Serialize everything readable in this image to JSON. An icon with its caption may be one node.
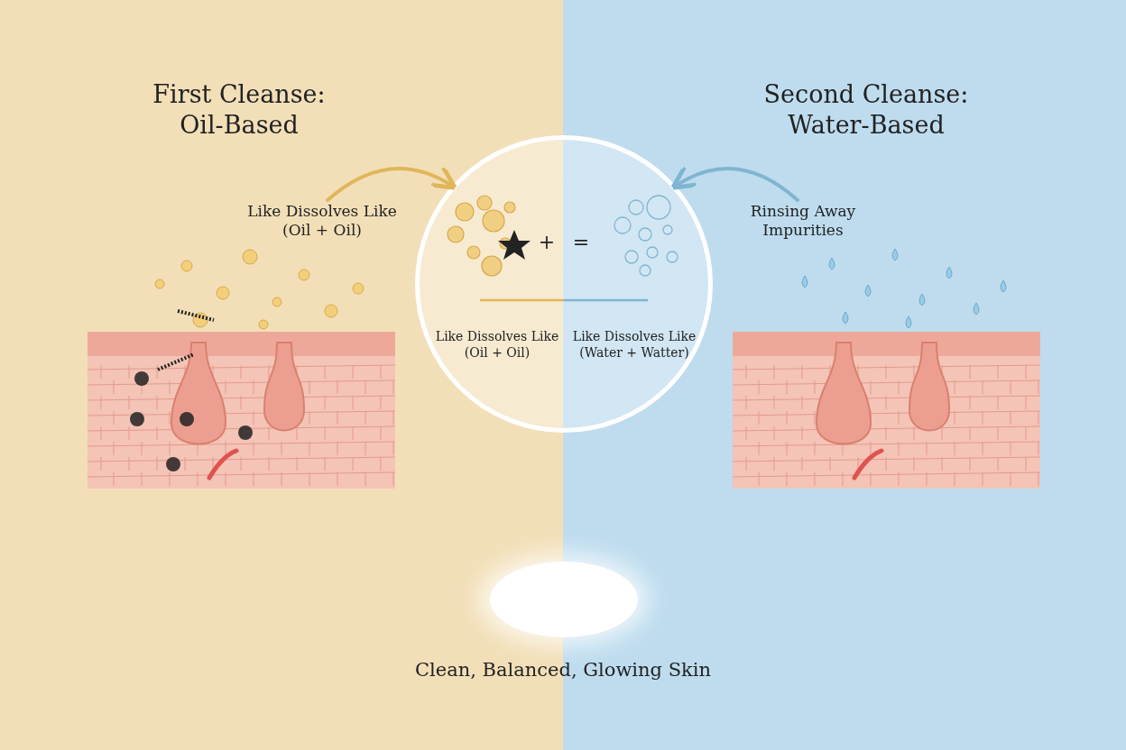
{
  "diagram": {
    "nodes": [
      {
        "text": [
          "Like Dissolves Like (Oil + Oil)"
        ]
      },
      {
        "text": [
          "+",
          "=",
          "Like Dissolves Like (Oil + Oil)",
          "Like Dissolves Like (Water + Watter)"
        ]
      },
      {
        "text": [
          "Rinsing Away Impurities"
        ]
      }
    ],
    "edges": [
      {
        "from": 0,
        "to": 1,
        "arrow": "to",
        "color": "#e0b65a"
      },
      {
        "from": 2,
        "to": 1,
        "arrow": "to",
        "color": "#7fb5d0"
      }
    ],
    "labels": [
      "First Cleanse: Oil-Based",
      "Second Cleanse: Water-Based",
      "Clean, Balanced, Glowing Skin"
    ]
  }
}
